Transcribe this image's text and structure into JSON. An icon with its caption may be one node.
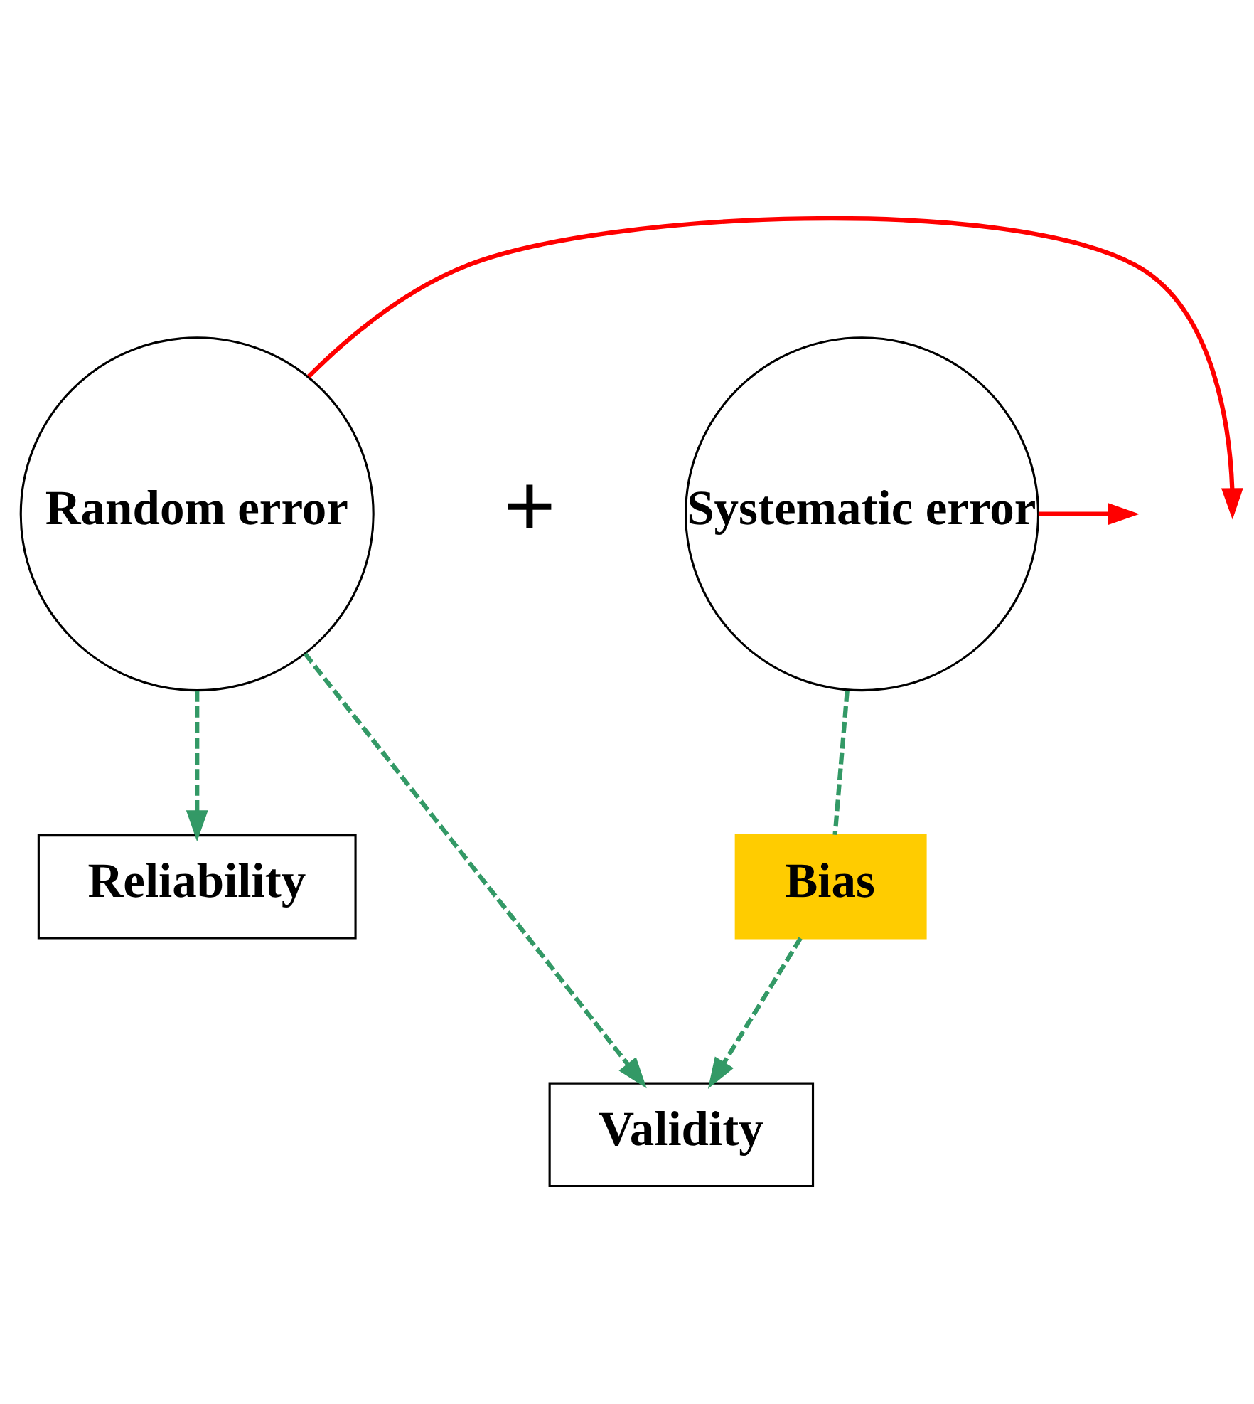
{
  "diagram": {
    "nodes": [
      {
        "text": [
          "Random error"
        ]
      },
      {
        "text": [
          "Systematic error"
        ]
      },
      {
        "text": [
          "Bias"
        ]
      },
      {
        "text": [
          "Reliability"
        ]
      },
      {
        "text": [
          "Validity"
        ]
      }
    ],
    "edges": [
      {
        "from": 0,
        "to": null,
        "arrow": "to",
        "color": "#ff0000"
      },
      {
        "from": 1,
        "to": null,
        "arrow": "to",
        "color": "#ff0000"
      },
      {
        "from": 0,
        "to": 3,
        "arrow": "to",
        "style": "dashed"
      },
      {
        "from": 0,
        "to": 4,
        "arrow": "to",
        "style": "dashed"
      },
      {
        "from": 1,
        "to": 2,
        "arrow": "none",
        "style": "dashed"
      },
      {
        "from": 2,
        "to": 4,
        "arrow": "to",
        "style": "dashed"
      }
    ],
    "labels": [
      "+"
    ]
  }
}
